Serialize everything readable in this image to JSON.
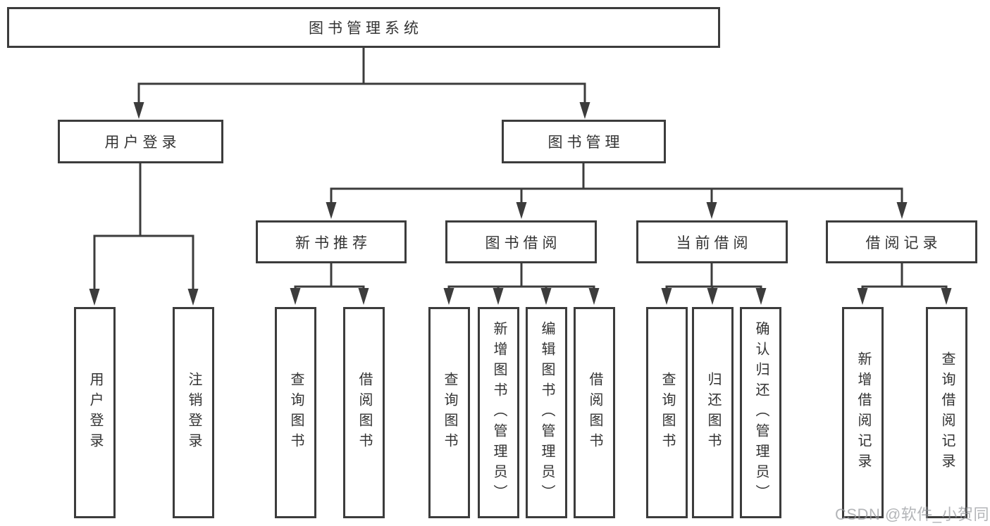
{
  "nodes": {
    "root": {
      "label": "图书管理系统"
    },
    "user_login": {
      "label": "用户登录"
    },
    "book_management": {
      "label": "图书管理"
    },
    "new_book_recommend": {
      "label": "新书推荐"
    },
    "book_borrow": {
      "label": "图书借阅"
    },
    "current_borrow": {
      "label": "当前借阅"
    },
    "borrow_records": {
      "label": "借阅记录"
    },
    "leaf_user_login": {
      "label": "用户登录"
    },
    "leaf_logout": {
      "label": "注销登录"
    },
    "nb_query_books": {
      "label": "查询图书"
    },
    "nb_borrow_books": {
      "label": "借阅图书"
    },
    "bb_query_books": {
      "label": "查询图书"
    },
    "bb_add_books": {
      "label": "新增图书（管理员）"
    },
    "bb_edit_books": {
      "label": "编辑图书（管理员）"
    },
    "bb_borrow_books": {
      "label": "借阅图书"
    },
    "cb_query_books": {
      "label": "查询图书"
    },
    "cb_return_books": {
      "label": "归还图书"
    },
    "cb_confirm_return": {
      "label": "确认归还（管理员）"
    },
    "br_add_record": {
      "label": "新增借阅记录"
    },
    "br_query_record": {
      "label": "查询借阅记录"
    }
  },
  "edges": [
    [
      "root",
      "user_login"
    ],
    [
      "root",
      "book_management"
    ],
    [
      "user_login",
      "leaf_user_login"
    ],
    [
      "user_login",
      "leaf_logout"
    ],
    [
      "book_management",
      "new_book_recommend"
    ],
    [
      "book_management",
      "book_borrow"
    ],
    [
      "book_management",
      "current_borrow"
    ],
    [
      "book_management",
      "borrow_records"
    ],
    [
      "new_book_recommend",
      "nb_query_books"
    ],
    [
      "new_book_recommend",
      "nb_borrow_books"
    ],
    [
      "book_borrow",
      "bb_query_books"
    ],
    [
      "book_borrow",
      "bb_add_books"
    ],
    [
      "book_borrow",
      "bb_edit_books"
    ],
    [
      "book_borrow",
      "bb_borrow_books"
    ],
    [
      "current_borrow",
      "cb_query_books"
    ],
    [
      "current_borrow",
      "cb_return_books"
    ],
    [
      "current_borrow",
      "cb_confirm_return"
    ],
    [
      "borrow_records",
      "br_add_record"
    ],
    [
      "borrow_records",
      "br_query_record"
    ]
  ],
  "watermark": {
    "text": "CSDN @软件_小贺同学"
  },
  "colors": {
    "line": "#3c3c3c",
    "text": "#333333",
    "background": "#ffffff",
    "watermark": "#96999c"
  }
}
